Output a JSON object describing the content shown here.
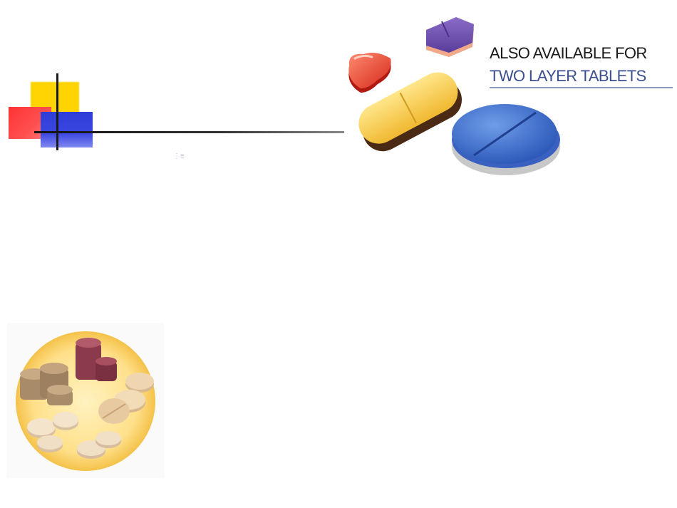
{
  "slide": {
    "availability_line1": "ALSO AVAILABLE FOR",
    "availability_line2": "TWO  LAYER TABLETS",
    "faint_glyph": "⋮≡"
  },
  "colors": {
    "logo_yellow": "#ffd400",
    "logo_red": "#ff3333",
    "logo_blue": "#2f3ed8",
    "link_text": "#3b4f8f"
  },
  "images": {
    "pills": "assorted-pills-illustration",
    "tablets": "tablets-in-circle-photo"
  }
}
